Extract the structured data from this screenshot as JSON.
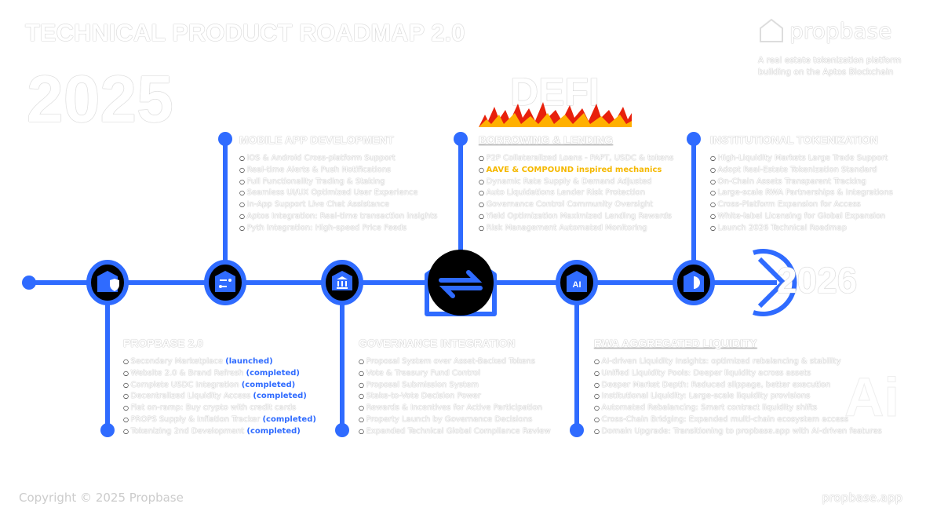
{
  "header": {
    "title": "TECHNICAL PRODUCT ROADMAP 2.0",
    "year": "2025",
    "defi": "DEFI",
    "next_year": "2026"
  },
  "brand": {
    "name": "propbase",
    "tagline": "A real estate tokenization platform building on the Aptos Blockchain"
  },
  "colors": {
    "accent": "#2f6bff",
    "highlight": "#f5b800"
  },
  "sections": {
    "mobile": {
      "title": "MOBILE APP DEVELOPMENT",
      "items": [
        {
          "t": "iOS & Android Cross-platform Support"
        },
        {
          "t": "Real-time Alerts & Push Notifications"
        },
        {
          "t": "Full Functionality Trading & Staking"
        },
        {
          "t": "Seamless UI/UX Optimized User Experience"
        },
        {
          "t": "In-App Support Live Chat Assistance"
        },
        {
          "t": "Aptos Integration: Real-time transaction insights"
        },
        {
          "t": "Pyth Integration: High-speed Price Feeds"
        }
      ]
    },
    "lending": {
      "title": "BORROWING & LENDING",
      "items": [
        {
          "t": "P2P Collateralized Loans - PAPT, USDC & tokens"
        },
        {
          "t": "AAVE & COMPOUND inspired mechanics",
          "hl": true
        },
        {
          "t": "Dynamic Rate Supply & Demand Adjusted"
        },
        {
          "t": "Auto Liquidations Lender Risk Protection"
        },
        {
          "t": "Governance Control Community Oversight"
        },
        {
          "t": "Yield Optimization Maximized Lending Rewards"
        },
        {
          "t": "Risk Management Automated Monitoring"
        }
      ]
    },
    "institutional": {
      "title": "INSTITUTIONAL TOKENIZATION",
      "items": [
        {
          "t": "High-Liquidity Markets Large Trade Support"
        },
        {
          "t": "Adopt Real-Estate Tokenization Standard"
        },
        {
          "t": "On-Chain Assets Transparent Tracking"
        },
        {
          "t": "Large-scale RWA Partnerships & Integrations"
        },
        {
          "t": "Cross-Platform Expansion for Access"
        },
        {
          "t": "White-label Licensing for Global Expansion"
        },
        {
          "t": "Launch 2026 Technical Roadmap"
        }
      ]
    },
    "propbase2": {
      "title": "PROPBASE 2.0",
      "items": [
        {
          "t": "Secondary Marketplace ",
          "s": "(launched)"
        },
        {
          "t": "Website 2.0 & Brand Refresh ",
          "s": "(completed)"
        },
        {
          "t": "Complete USDC Integration ",
          "s": "(completed)"
        },
        {
          "t": "Decentralized Liquidity Access ",
          "s": "(completed)"
        },
        {
          "t": "Fiat on-ramp: Buy crypto with credit cards"
        },
        {
          "t": "PROPS Supply & Inflation Tracker ",
          "s": "(completed)"
        },
        {
          "t": "Tokenizing 2nd Development ",
          "s": "(completed)"
        }
      ]
    },
    "governance": {
      "title": "GOVERNANCE INTEGRATION",
      "items": [
        {
          "t": "Proposal System over Asset-Backed Tokens"
        },
        {
          "t": "Vote & Treasury Fund Control"
        },
        {
          "t": "Proposal Submission System"
        },
        {
          "t": "Stake-to-Vote Decision Power"
        },
        {
          "t": "Rewards & Incentives for Active Participation"
        },
        {
          "t": "Property Launch by Governance Decisions"
        },
        {
          "t": "Expanded Technical Global Compliance Review"
        }
      ]
    },
    "rwa": {
      "title": "RWA AGGREGATED LIQUIDITY",
      "items": [
        {
          "t": "AI-driven Liquidity Insights: optimized rebalancing & stability"
        },
        {
          "t": "Unified Liquidity Pools: Deeper liquidity across assets"
        },
        {
          "t": "Deeper Market Depth: Reduced slippage, better execution"
        },
        {
          "t": "Institutional Liquidity: Large-scale liquidity provisions"
        },
        {
          "t": "Automated Rebalancing: Smart contract liquidity shifts"
        },
        {
          "t": "Cross-Chain Bridging: Expanded multi-chain ecosystem access"
        },
        {
          "t": "Domain Upgrade: Transitioning to propbase.app with AI-driven features"
        }
      ]
    }
  },
  "footer": {
    "copyright": "Copyright © 2025 Propbase",
    "site": "propbase.app"
  }
}
